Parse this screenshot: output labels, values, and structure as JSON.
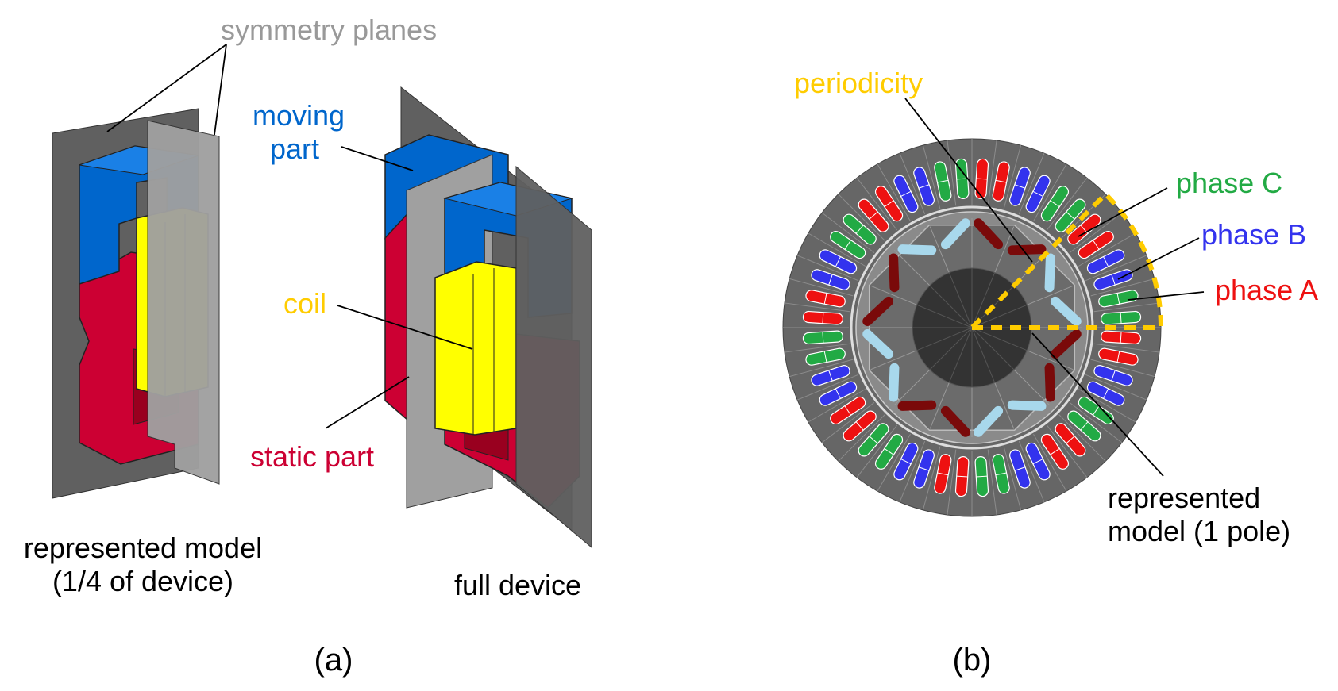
{
  "panel_a": {
    "label": "(a)",
    "symmetry_planes": "symmetry planes",
    "moving_part_1": "moving",
    "moving_part_2": "part",
    "coil": "coil",
    "static_part": "static part",
    "represented_1": "represented model",
    "represented_2": "(1/4 of device)",
    "full_device": "full device"
  },
  "panel_b": {
    "label": "(b)",
    "periodicity": "periodicity",
    "phase_c": "phase C",
    "phase_b": "phase B",
    "phase_a": "phase A",
    "represented_1": "represented",
    "represented_2": "model (1 pole)"
  },
  "colors": {
    "moving_part": "#0066cc",
    "static_part": "#cc0033",
    "coil": "#ffff00",
    "plane_dark": "#606060",
    "plane_light": "#a0a0a0",
    "symmetry_text": "#999999",
    "periodicity": "#ffcc00",
    "phase_a": "#ee1111",
    "phase_b": "#3333ee",
    "phase_c": "#22aa44",
    "rotor_magnet_light": "#a8d8ec",
    "rotor_magnet_dark": "#7a0a0a"
  }
}
